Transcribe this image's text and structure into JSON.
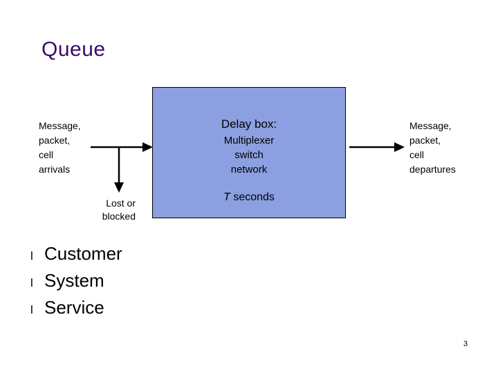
{
  "slide": {
    "title": "Queue",
    "page_number": "3",
    "left_label": [
      "Message,",
      "packet,",
      "cell",
      "arrivals"
    ],
    "right_label": [
      "Message,",
      "packet,",
      "cell",
      "departures"
    ],
    "lost_label": [
      "Lost or",
      "blocked"
    ],
    "box": {
      "heading": "Delay box:",
      "lines": [
        "Multiplexer",
        "switch",
        "network"
      ],
      "delay_value": "T",
      "delay_unit": "seconds",
      "fill_color": "#8c9fe0",
      "border_color": "#000000"
    },
    "bullets": [
      {
        "marker": "l",
        "label": "Customer"
      },
      {
        "marker": "l",
        "label": "System"
      },
      {
        "marker": "l",
        "label": "Service"
      }
    ],
    "arrows": [
      {
        "name": "inbound-arrow",
        "direction": "right"
      },
      {
        "name": "outbound-arrow",
        "direction": "right"
      },
      {
        "name": "lost-arrow",
        "direction": "down"
      }
    ],
    "title_color": "#3a0a6e"
  }
}
